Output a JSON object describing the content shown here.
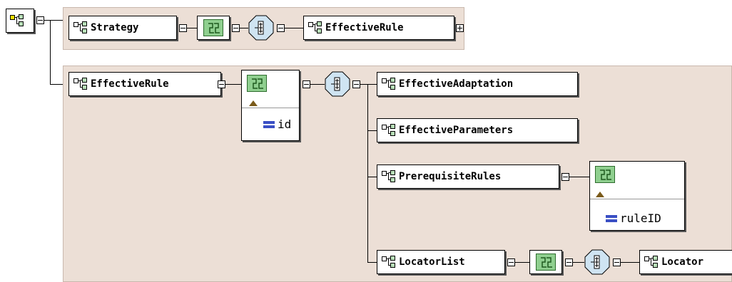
{
  "diagram": {
    "top_group": {
      "strategy_label": "Strategy",
      "effective_rule_ref_label": "EffectiveRule"
    },
    "main_group": {
      "effective_rule_label": "EffectiveRule",
      "id_attribute": "id",
      "children": [
        {
          "label": "EffectiveAdaptation"
        },
        {
          "label": "EffectiveParameters"
        },
        {
          "label": "PrerequisiteRules"
        },
        {
          "label": "LocatorList"
        }
      ],
      "prerequisite_attribute": "ruleID",
      "locator_label": "Locator"
    },
    "colors": {
      "panel": "#ecdfd6",
      "sequence_fill": "#8fcf8f",
      "choice_fill": "#cfe4f2",
      "attribute_icon": "#3a4fc4"
    },
    "icons": {
      "element": "element-tree-icon",
      "sequence": "sequence-icon",
      "choice": "choice-octagon-icon",
      "attribute": "attribute-icon",
      "expand": "plus-minus-icon"
    }
  }
}
